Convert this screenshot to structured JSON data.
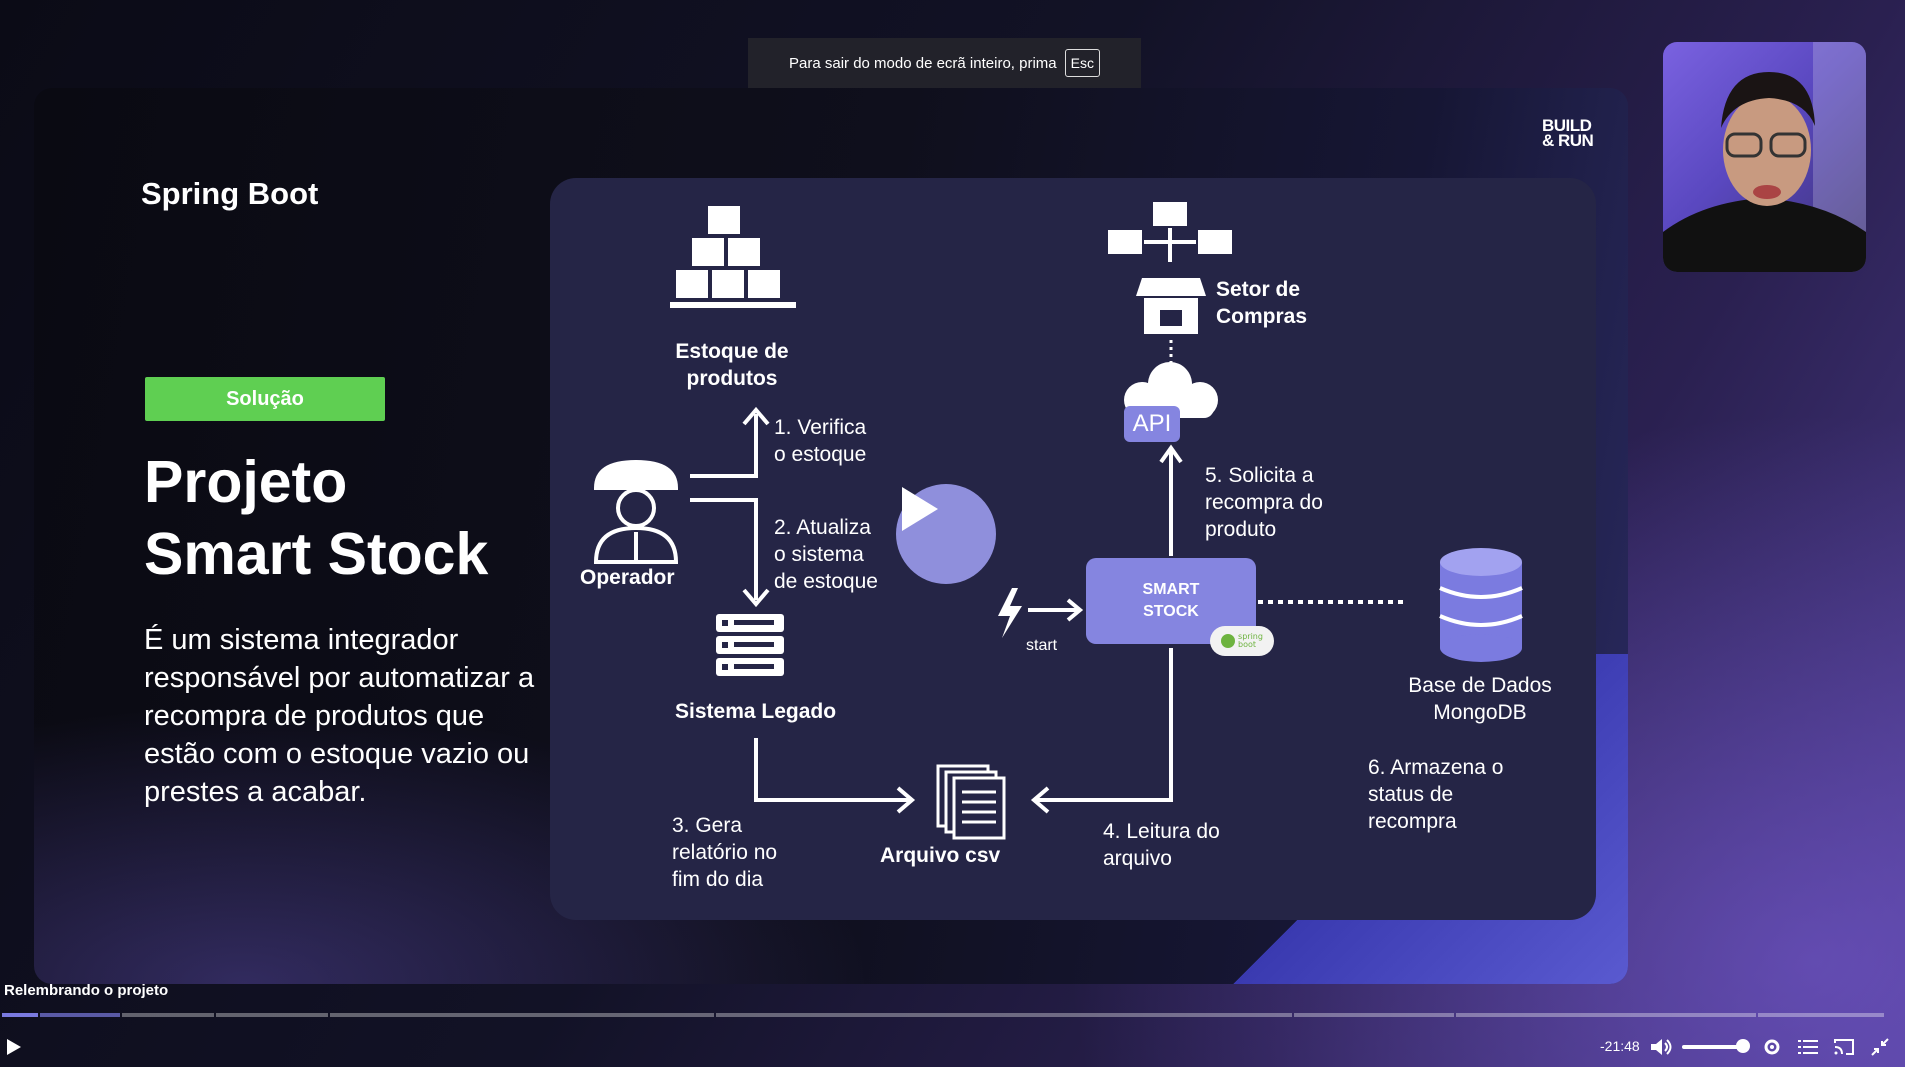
{
  "fullscreen_toast": {
    "text": "Para sair do modo de ecrã inteiro, prima",
    "key": "Esc"
  },
  "slide": {
    "brand_line1": "BUILD",
    "brand_line2": "& RUN",
    "subtitle": "Spring Boot",
    "badge": "Solução",
    "title_line1": "Projeto",
    "title_line2": "Smart Stock",
    "description": "É um sistema integrador responsável por automatizar a recompra de produtos que estão com o estoque vazio ou prestes a acabar.",
    "accent_color": "#5fcf52"
  },
  "diagram": {
    "estoque_line1": "Estoque de",
    "estoque_line2": "produtos",
    "operador": "Operador",
    "step1_line1": "1. Verifica",
    "step1_line2": "o estoque",
    "step2_line1": "2. Atualiza",
    "step2_line2": "o sistema",
    "step2_line3": "de estoque",
    "sistema_legado": "Sistema Legado",
    "step3_line1": "3. Gera",
    "step3_line2": "relatório no",
    "step3_line3": "fim do dia",
    "arquivo": "Arquivo csv",
    "step4_line1": "4. Leitura do",
    "step4_line2": "arquivo",
    "start": "start",
    "smart_line1": "SMART",
    "smart_line2": "STOCK",
    "spring_badge_line1": "spring",
    "spring_badge_line2": "boot",
    "api": "API",
    "step5_line1": "5. Solicita a",
    "step5_line2": "recompra do",
    "step5_line3": "produto",
    "setor_line1": "Setor de",
    "setor_line2": "Compras",
    "db_line1": "Base de Dados",
    "db_line2": "MongoDB",
    "step6_line1": "6. Armazena o",
    "step6_line2": "status de",
    "step6_line3": "recompra",
    "box_color": "#8585e0",
    "panel_color": "#252546"
  },
  "player": {
    "video_title": "Relembrando o projeto",
    "time_remaining": "-21:48",
    "volume_percent": 90
  }
}
